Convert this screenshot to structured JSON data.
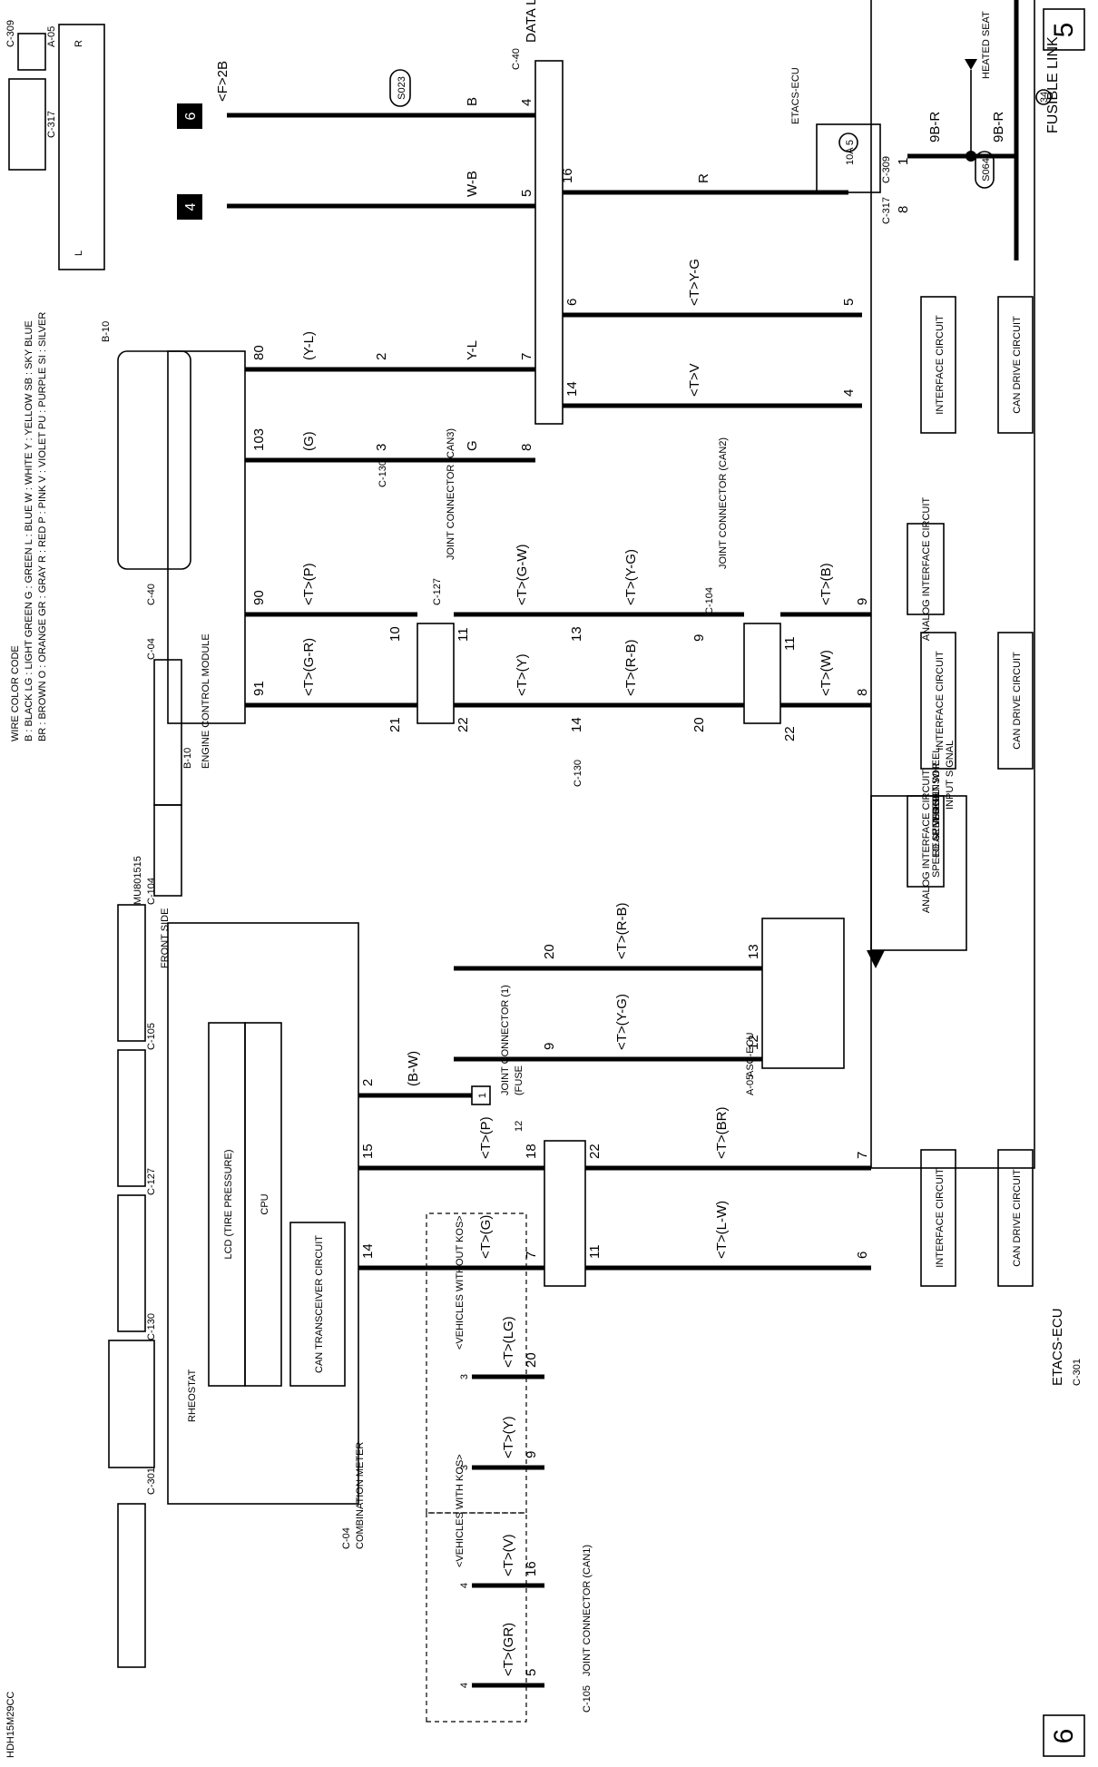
{
  "page": {
    "top_page_no": "5",
    "bottom_page_no": "6",
    "doc_code": "HDH15M29CC"
  },
  "components": {
    "fusible_link": "FUSIBLE LINK",
    "fusible_link_no": "34",
    "heated_seat": "HEATED SEAT",
    "etacs_ecu_top": "ETACS-ECU",
    "fuse_no": "5",
    "fuse_amp": "10A",
    "data_link_connector": "DATA LINK CONNECTOR",
    "etacs_ecu": "ETACS-ECU",
    "can_drive_circuit": "CAN DRIVE CIRCUIT",
    "interface_circuit": "INTERFACE CIRCUIT",
    "analog_interface_circuit": "ANALOG INTERFACE CIRCUIT",
    "joint_connector_can3": "JOINT CONNECTOR (CAN3)",
    "joint_connector_can2": "JOINT CONNECTOR (CAN2)",
    "engine_control_module": "ENGINE CONTROL MODULE",
    "input_signal_title": "INPUT SIGNAL",
    "input_signal_items": [
      "·FRONT WHEEL",
      " SPEED SENSOR",
      "·REAR WHEEL",
      " SPEED SENSOR"
    ],
    "asc_ecu": "ASC-ECU",
    "joint_connector_fuse": "JOINT CONNECTOR (1)",
    "joint_connector_fuse_sub": "(FUSE",
    "joint_connector_fuse_no": "12",
    "combination_meter": "COMBINATION METER",
    "lcd": "LCD (TIRE PRESSURE)",
    "cpu": "CPU",
    "can_transceiver": "CAN TRANSCEIVER CIRCUIT",
    "rheostat": "RHEOSTAT",
    "joint_connector_can1": "JOINT CONNECTOR (CAN1)",
    "vehicles_without_kos": "<VEHICLES WITHOUT KOS>",
    "vehicles_with_kos": "<VEHICLES WITH KOS>",
    "splice_s023": "S023",
    "splice_s064": "S064"
  },
  "connectors": {
    "c309": "C-309",
    "c317": "C-317",
    "c40": "C-40",
    "c301": "C-301",
    "c127": "C-127",
    "c104": "C-104",
    "c130": "C-130",
    "b10": "B-10",
    "a05": "A-05",
    "c04": "C-04",
    "c105": "C-105"
  },
  "wires": {
    "r": "R",
    "r9b": "9B-R",
    "b": "B",
    "wb": "W-B",
    "yl": "Y-L",
    "g": "G",
    "f2b": "<F>2B",
    "yl_p": "(Y-L)",
    "g_p": "(G)",
    "t_yg": "<T>Y-G",
    "t_v": "<T>V",
    "t_b": "<T>(B)",
    "t_w": "<T>(W)",
    "t_gw": "<T>(G-W)",
    "t_y": "<T>(Y)",
    "t_yg2": "<T>(Y-G)",
    "t_rb": "<T>(R-B)",
    "t_p": "<T>(P)",
    "t_gr": "<T>(G-R)",
    "t_rb2": "<T>(R-B)",
    "t_yg3": "<T>(Y-G)",
    "bw": "(B-W)",
    "t_p2": "<T>(P)",
    "t_g2": "<T>(G)",
    "t_br": "<T>(BR)",
    "t_lw": "<T>(L-W)",
    "t_lg": "<T>(LG)",
    "t_y2": "<T>(Y)",
    "t_v2": "<T>(V)",
    "t_gr2": "<T>(GR)"
  },
  "pins": {
    "p1": "1",
    "p8": "8",
    "p16": "16",
    "p4": "4",
    "p5": "5",
    "p6": "6",
    "p7": "7",
    "p14": "14",
    "p8b": "8",
    "e5": "5",
    "e4": "4",
    "e9": "9",
    "e8": "8",
    "e7": "7",
    "e6": "6",
    "j2": "2",
    "j3": "3",
    "ecm80": "80",
    "ecm103": "103",
    "ecm90": "90",
    "ecm91": "91",
    "c10": "10",
    "c11": "11",
    "c13": "13",
    "c9": "9",
    "c11b": "11",
    "c21": "21",
    "c22": "22",
    "c14": "14",
    "c20": "20",
    "c22b": "22",
    "a13": "13",
    "a20": "20",
    "a12": "12",
    "a9": "9",
    "m2": "2",
    "m15": "15",
    "m14": "14",
    "k18": "18",
    "k22": "22",
    "k7": "7",
    "k11": "11",
    "k20": "20",
    "k9": "9",
    "k16": "16",
    "k5": "5"
  },
  "grounds": {
    "g6": "6",
    "g4": "4",
    "g3a": "3",
    "g3b": "3",
    "g4a": "4",
    "g4b": "4",
    "gf1": "1"
  },
  "legend": {
    "title": "WIRE COLOR CODE",
    "row1": "B : BLACK    LG : LIGHT GREEN    G : GREEN    L : BLUE    W : WHITE    Y : YELLOW    SB : SKY BLUE",
    "row2": "BR : BROWN    O : ORANGE    GR : GRAY    R : RED    P : PINK    V : VIOLET    PU : PURPLE    SI : SILVER"
  },
  "connector_views": {
    "front_side": "FRONT SIDE",
    "mu": "MU801515",
    "a05_l": "L",
    "a05_r": "R"
  }
}
